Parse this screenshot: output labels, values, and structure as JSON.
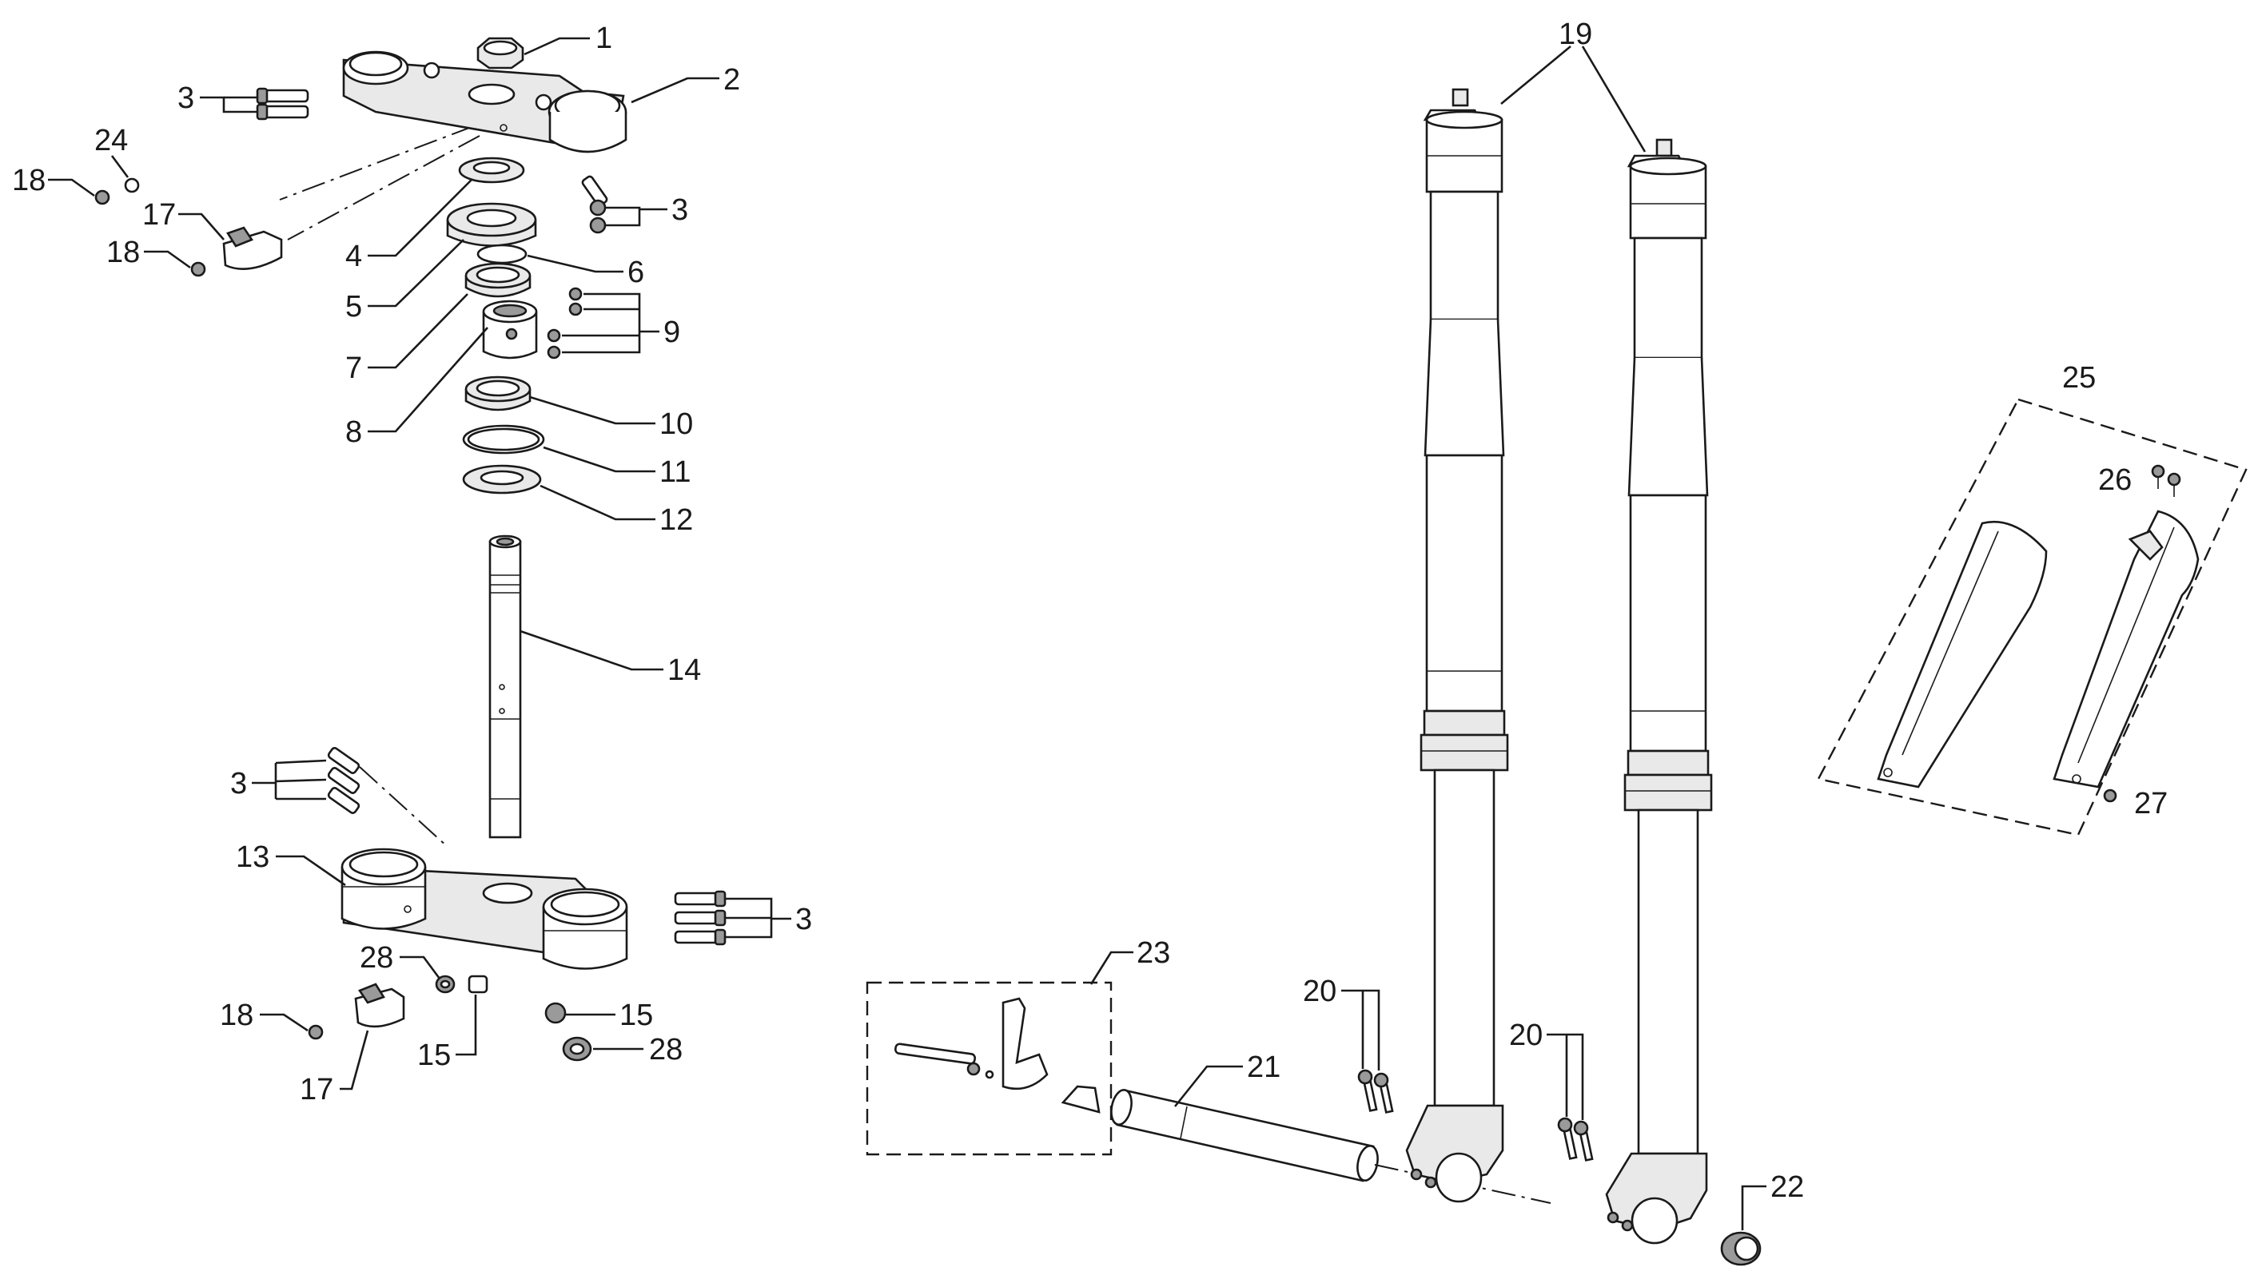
{
  "colors": {
    "ink": "#1a1a1a",
    "paper": "#ffffff",
    "shade": "#e9e9e9",
    "dark": "#9a9a9a"
  },
  "callouts": {
    "c1": "1",
    "c2": "2",
    "c3a": "3",
    "c3b": "3",
    "c3c": "3",
    "c3d": "3",
    "c4": "4",
    "c5": "5",
    "c6": "6",
    "c7": "7",
    "c8": "8",
    "c9": "9",
    "c10": "10",
    "c11": "11",
    "c12": "12",
    "c13": "13",
    "c14": "14",
    "c15a": "15",
    "c15b": "15",
    "c17a": "17",
    "c17b": "17",
    "c18a": "18",
    "c18b": "18",
    "c18c": "18",
    "c19": "19",
    "c20a": "20",
    "c20b": "20",
    "c21": "21",
    "c22": "22",
    "c23": "23",
    "c24": "24",
    "c25": "25",
    "c26": "26",
    "c27": "27",
    "c28a": "28",
    "c28b": "28"
  }
}
